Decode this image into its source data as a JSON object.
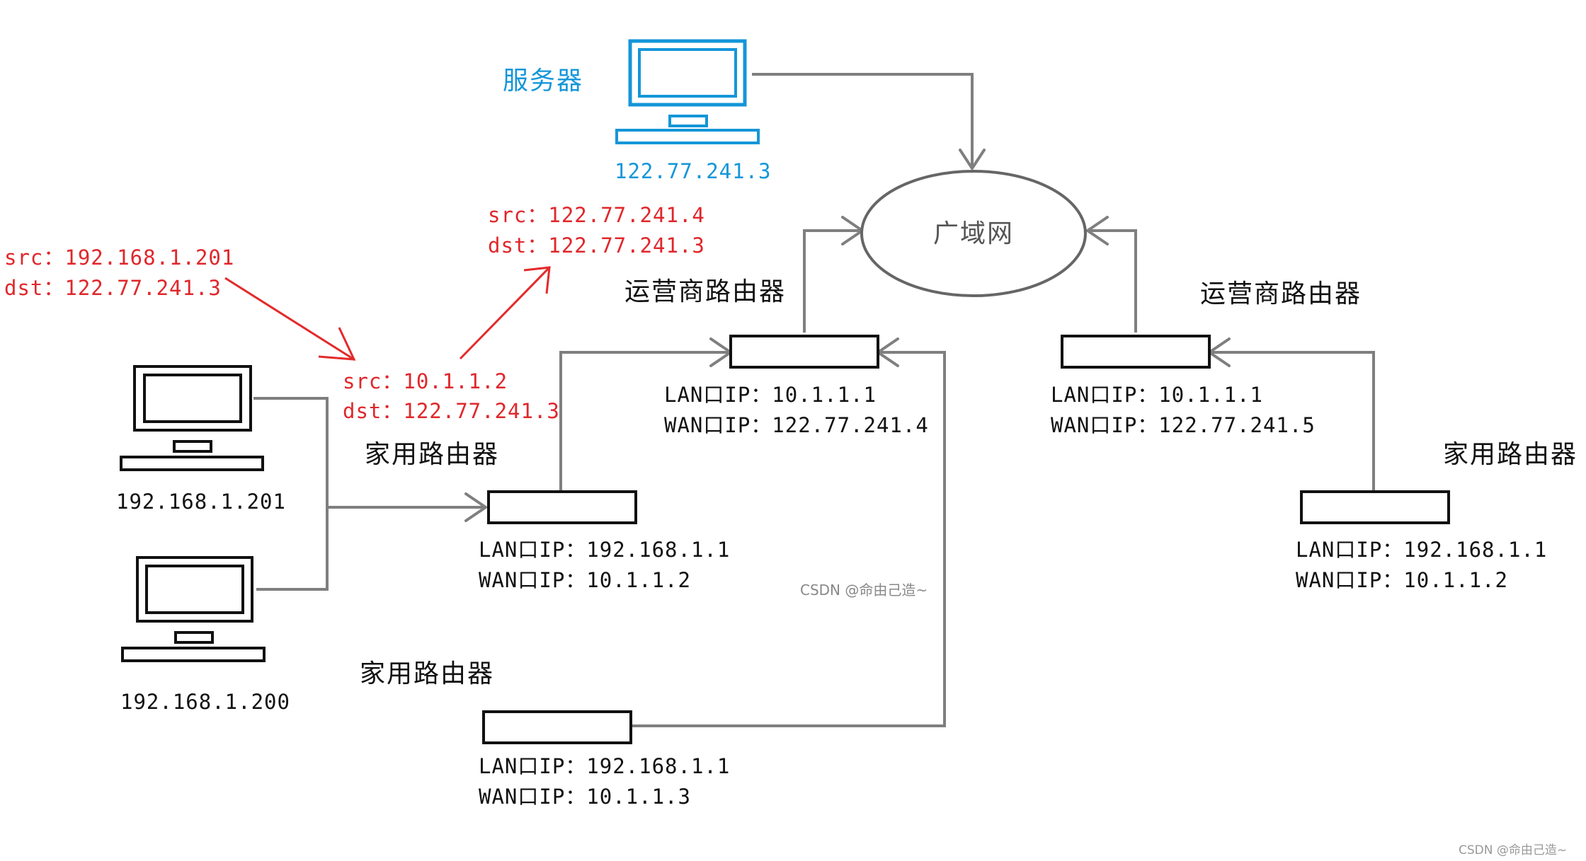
{
  "server": {
    "label": "服务器",
    "ip": "122.77.241.3"
  },
  "wan_cloud": {
    "label": "广域网"
  },
  "isp_router_left": {
    "label": "运营商路由器",
    "lan_ip": "LAN口IP：10.1.1.1",
    "wan_ip": "WAN口IP：122.77.241.4"
  },
  "isp_router_right": {
    "label": "运营商路由器",
    "lan_ip": "LAN口IP：10.1.1.1",
    "wan_ip": "WAN口IP：122.77.241.5"
  },
  "home_router_1": {
    "label": "家用路由器",
    "lan_ip": "LAN口IP：192.168.1.1",
    "wan_ip": "WAN口IP：10.1.1.2"
  },
  "home_router_2": {
    "label": "家用路由器",
    "lan_ip": "LAN口IP：192.168.1.1",
    "wan_ip": "WAN口IP：10.1.1.3"
  },
  "home_router_3": {
    "label": "家用路由器",
    "lan_ip": "LAN口IP：192.168.1.1",
    "wan_ip": "WAN口IP：10.1.1.2"
  },
  "pc_top": {
    "ip": "192.168.1.201"
  },
  "pc_bottom": {
    "ip": "192.168.1.200"
  },
  "packet_lan": {
    "src": "src：192.168.1.201",
    "dst": "dst：122.77.241.3"
  },
  "packet_nat1": {
    "src": "src：10.1.1.2",
    "dst": "dst：122.77.241.3"
  },
  "packet_nat2": {
    "src": "src：122.77.241.4",
    "dst": "dst：122.77.241.3"
  },
  "watermark": {
    "center": "CSDN @命由己造~",
    "corner": "CSDN @命由己造~"
  },
  "colors": {
    "packet_text": "#e0272b",
    "server": "#1496d8",
    "link": "#7f7f7f"
  }
}
